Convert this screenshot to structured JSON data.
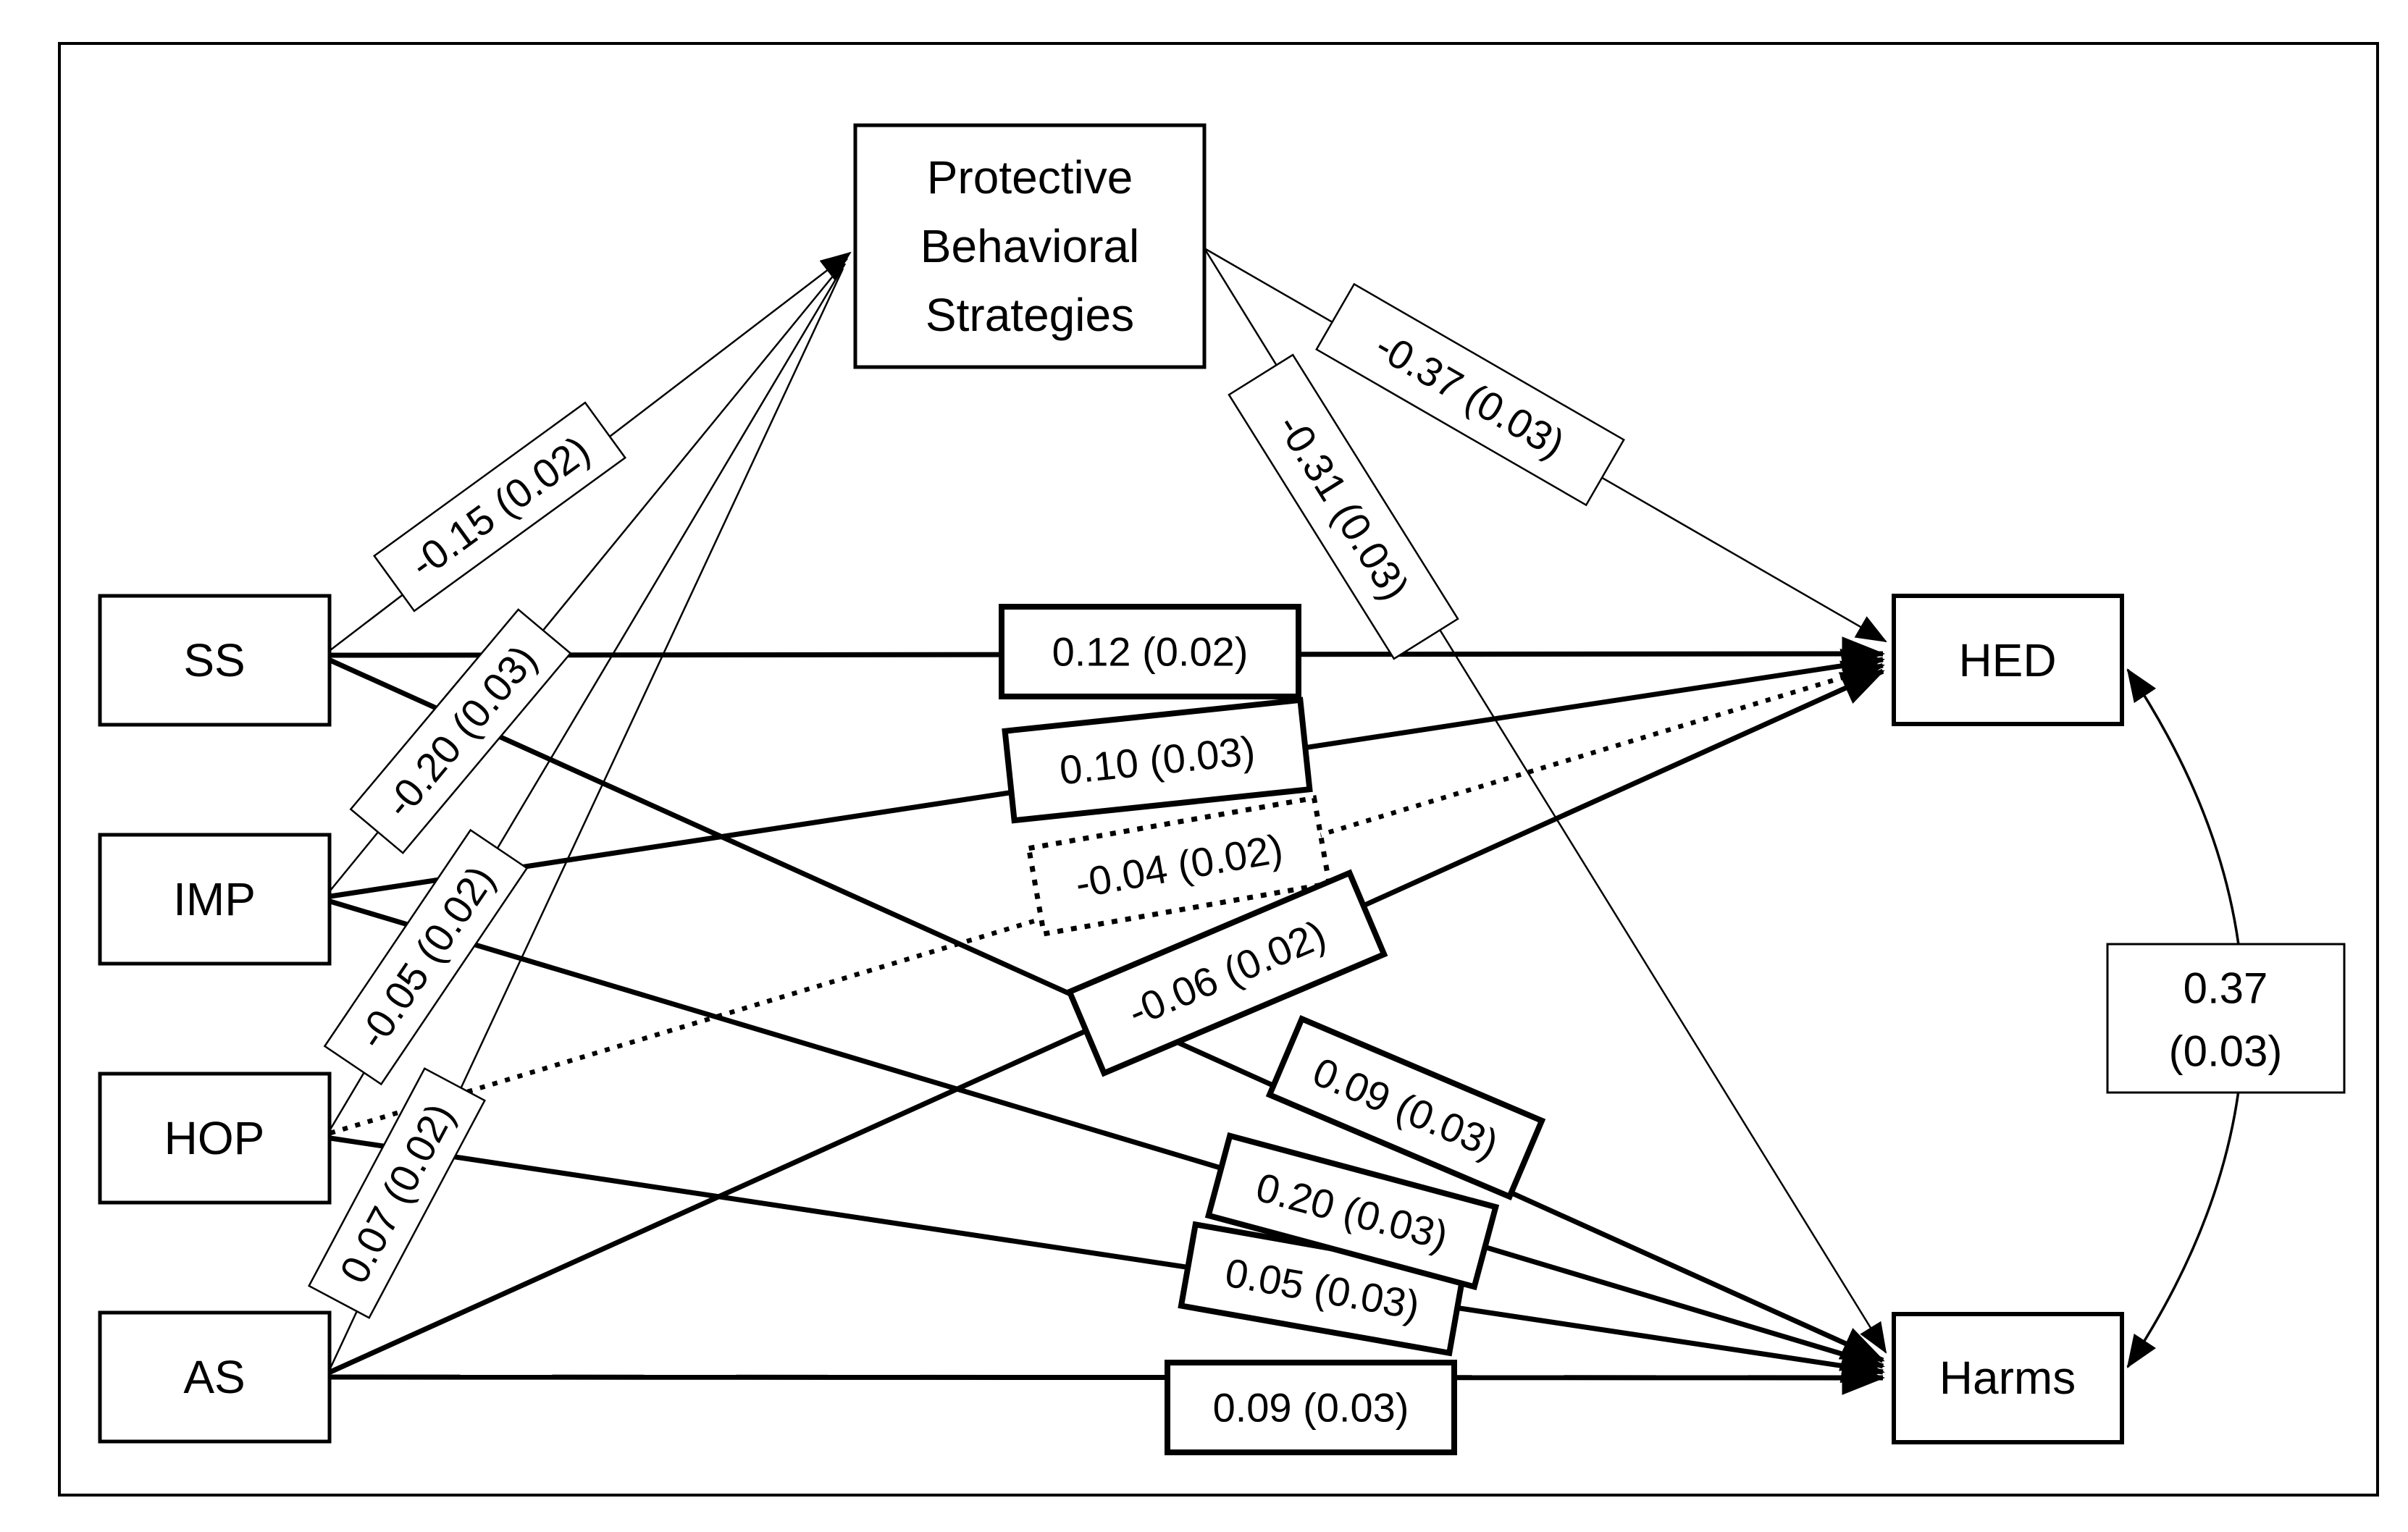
{
  "figure": {
    "type": "path-diagram",
    "colors": {
      "line": "#000000",
      "background": "#ffffff",
      "text": "#000000"
    },
    "mediator": {
      "name": "Protective Behavioral Strategies",
      "line1": "Protective",
      "line2": "Behavioral",
      "line3": "Strategies"
    },
    "predictors": [
      {
        "label": "SS"
      },
      {
        "label": "IMP"
      },
      {
        "label": "HOP"
      },
      {
        "label": "AS"
      }
    ],
    "outcomes": [
      {
        "label": "HED"
      },
      {
        "label": "Harms"
      }
    ],
    "paths": {
      "to_mediator": [
        {
          "from": "SS",
          "estimate": "-0.15 (0.02)"
        },
        {
          "from": "IMP",
          "estimate": "-0.20 (0.03)"
        },
        {
          "from": "HOP",
          "estimate": "-0.05 (0.02)"
        },
        {
          "from": "AS",
          "estimate": "0.07 (0.02)"
        }
      ],
      "mediator_to_outcomes": [
        {
          "to": "HED",
          "estimate": "-0.37 (0.03)"
        },
        {
          "to": "Harms",
          "estimate": "-0.31 (0.03)"
        }
      ],
      "direct_to_hed": [
        {
          "from": "SS",
          "estimate": "0.12 (0.02)",
          "line_style": "solid"
        },
        {
          "from": "IMP",
          "estimate": "0.10 (0.03)",
          "line_style": "solid"
        },
        {
          "from": "HOP",
          "estimate": "-0.04 (0.02)",
          "line_style": "dotted"
        },
        {
          "from": "AS",
          "estimate": "-0.06 (0.02)",
          "line_style": "solid"
        }
      ],
      "direct_to_harms": [
        {
          "from": "SS",
          "estimate": "0.09 (0.03)"
        },
        {
          "from": "IMP",
          "estimate": "0.20 (0.03)"
        },
        {
          "from": "HOP",
          "estimate": "0.05 (0.03)"
        },
        {
          "from": "AS",
          "estimate": "0.09 (0.03)"
        }
      ],
      "outcome_correlation": {
        "between": "HED-Harms",
        "value": "0.37",
        "se": "(0.03)"
      }
    }
  }
}
